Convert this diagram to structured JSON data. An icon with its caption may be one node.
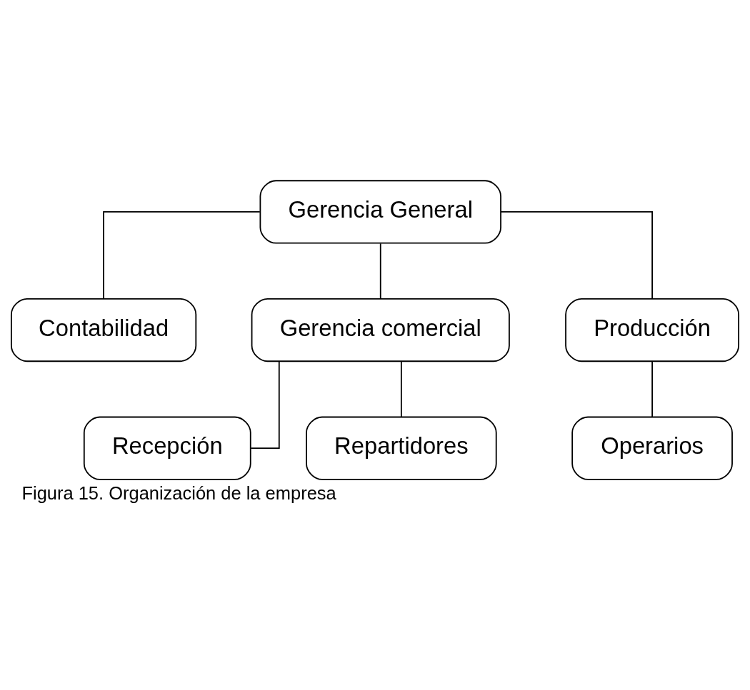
{
  "diagram": {
    "caption": "Figura 15. Organización de la empresa",
    "nodes": [
      {
        "text": [
          "Gerencia General"
        ]
      },
      {
        "text": [
          "Contabilidad"
        ]
      },
      {
        "text": [
          "Gerencia comercial"
        ]
      },
      {
        "text": [
          "Producción"
        ]
      },
      {
        "text": [
          "Recepción"
        ]
      },
      {
        "text": [
          "Repartidores"
        ]
      },
      {
        "text": [
          "Operarios"
        ]
      }
    ],
    "edges": [
      {
        "from": 0,
        "to": 1,
        "arrow": "none"
      },
      {
        "from": 0,
        "to": 2,
        "arrow": "none"
      },
      {
        "from": 0,
        "to": 3,
        "arrow": "none"
      },
      {
        "from": 2,
        "to": 4,
        "arrow": "none"
      },
      {
        "from": 2,
        "to": 5,
        "arrow": "none"
      },
      {
        "from": 3,
        "to": 6,
        "arrow": "none"
      }
    ]
  }
}
